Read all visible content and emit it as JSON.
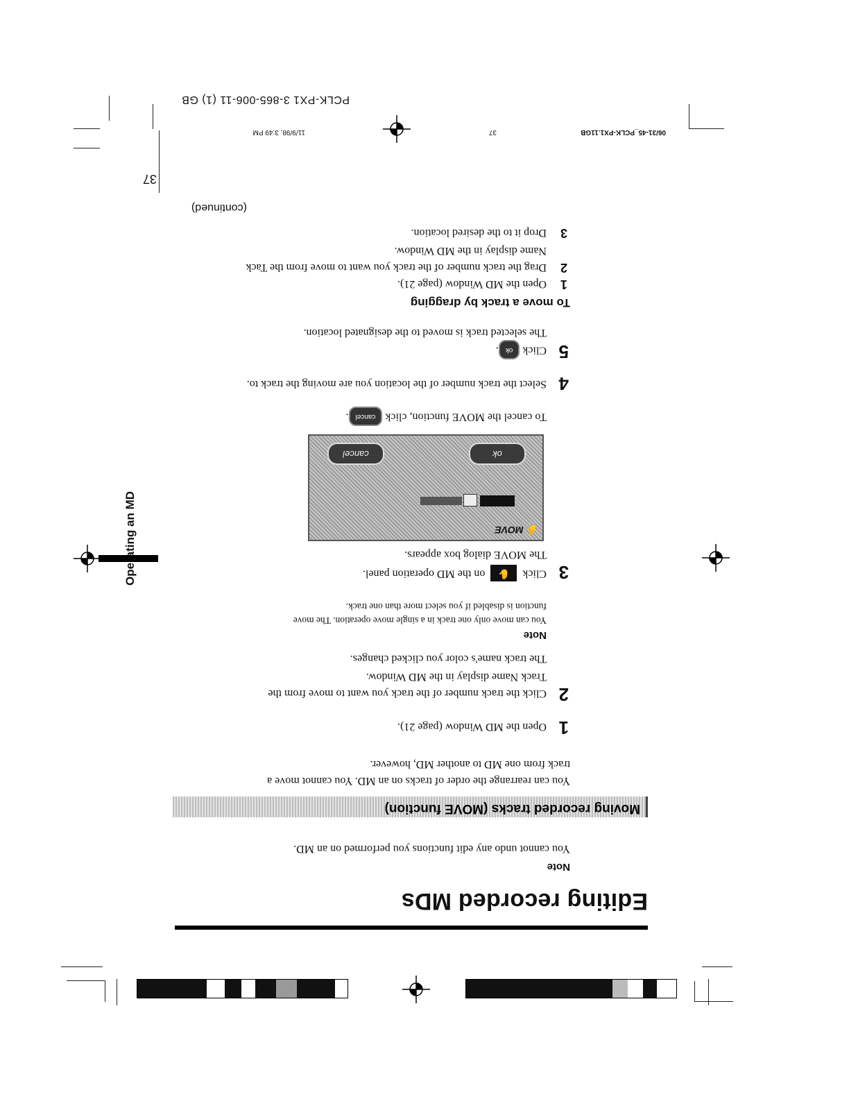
{
  "page": {
    "title": "Editing recorded MDs",
    "side_tab": "Operating an MD",
    "page_number": "37",
    "continued": "(continued)",
    "footer_model": "PCLK-PX1 3-865-006-11 (1) GB",
    "footer_file": "06/31-45_PCLK-PX1.11GB",
    "footer_page": "37",
    "footer_date": "11/9/98, 3:49 PM"
  },
  "note1": {
    "heading": "Note",
    "text": "You cannot undo any edit functions you performed on an MD."
  },
  "section": {
    "title": "Moving recorded tracks (MOVE function)",
    "intro": [
      "You can rearrange the order of tracks on an MD.  You cannot move a",
      "track from one MD to another MD, however."
    ]
  },
  "steps": [
    {
      "num": "1",
      "lines": [
        "Open the MD Window (page 21)."
      ]
    },
    {
      "num": "2",
      "lines": [
        "Click the track number of the track you want to move from the",
        "Track Name display in the MD Window.",
        "The track name's color you clicked changes."
      ]
    },
    {
      "num": "3",
      "before": "Click",
      "after": "on the MD operation panel.",
      "sub": "The MOVE dialog box appears."
    },
    {
      "num": "4",
      "lines": [
        "Select the track number of the location you are moving the track to."
      ]
    },
    {
      "num": "5",
      "before": "Click",
      "after": ".",
      "sub": "The selected track is moved to the designated location."
    }
  ],
  "note2": {
    "heading": "Note",
    "lines": [
      "You can move only one track in a single move operation.  The move",
      "function is disabled if you select more than one track."
    ]
  },
  "cancel_line": {
    "before": "To cancel the MOVE function, click",
    "after": "."
  },
  "dialog": {
    "title": "MOVE",
    "ok": "ok",
    "cancel": "cancel"
  },
  "buttons": {
    "ok": "ok",
    "cancel": "cancel"
  },
  "drag": {
    "heading": "To move a track by dragging",
    "steps": [
      {
        "num": "1",
        "lines": [
          "Open the MD Window (page 21)."
        ]
      },
      {
        "num": "2",
        "lines": [
          "Drag the track number of the track you want to move from the Tack",
          "Name display in the MD Window."
        ]
      },
      {
        "num": "3",
        "lines": [
          "Drop it to the desired location."
        ]
      }
    ]
  }
}
